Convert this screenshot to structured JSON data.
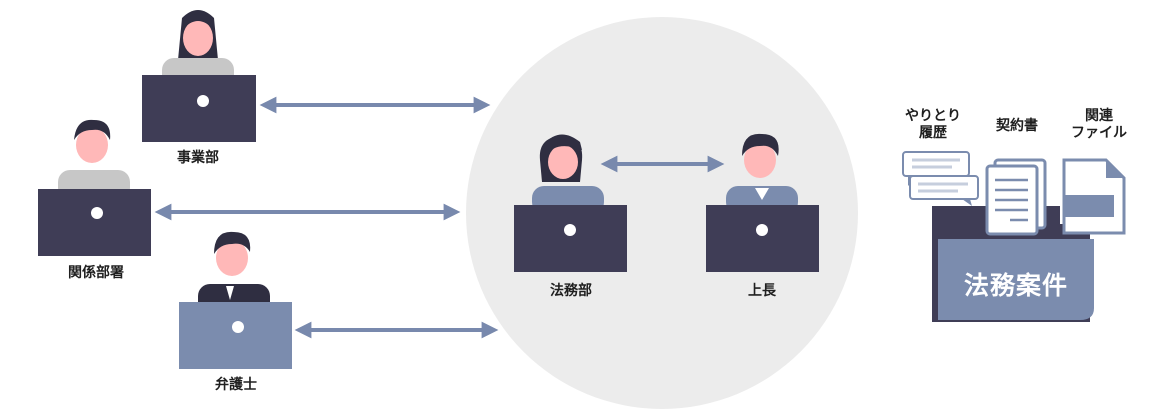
{
  "labels": {
    "business": "事業部",
    "related": "関係部署",
    "lawyer": "弁護士",
    "legal": "法務部",
    "boss": "上長"
  },
  "case": {
    "title": "法務案件",
    "history": "やりとり\n履歴",
    "contract": "契約書",
    "files": "関連\nファイル"
  },
  "colors": {
    "circle": "#ececec",
    "laptop_dark": "#3f3d56",
    "laptop_blue": "#7b8cae",
    "arrow": "#7889ad",
    "skin": "#ffb8b8",
    "hair": "#2f2e41",
    "folder_dark": "#3f3d56",
    "folder_front": "#7b8cae"
  },
  "icons": [
    "person-icon",
    "laptop-icon",
    "double-arrow-icon",
    "chat-bubble-icon",
    "document-icon",
    "file-icon",
    "folder-icon"
  ]
}
